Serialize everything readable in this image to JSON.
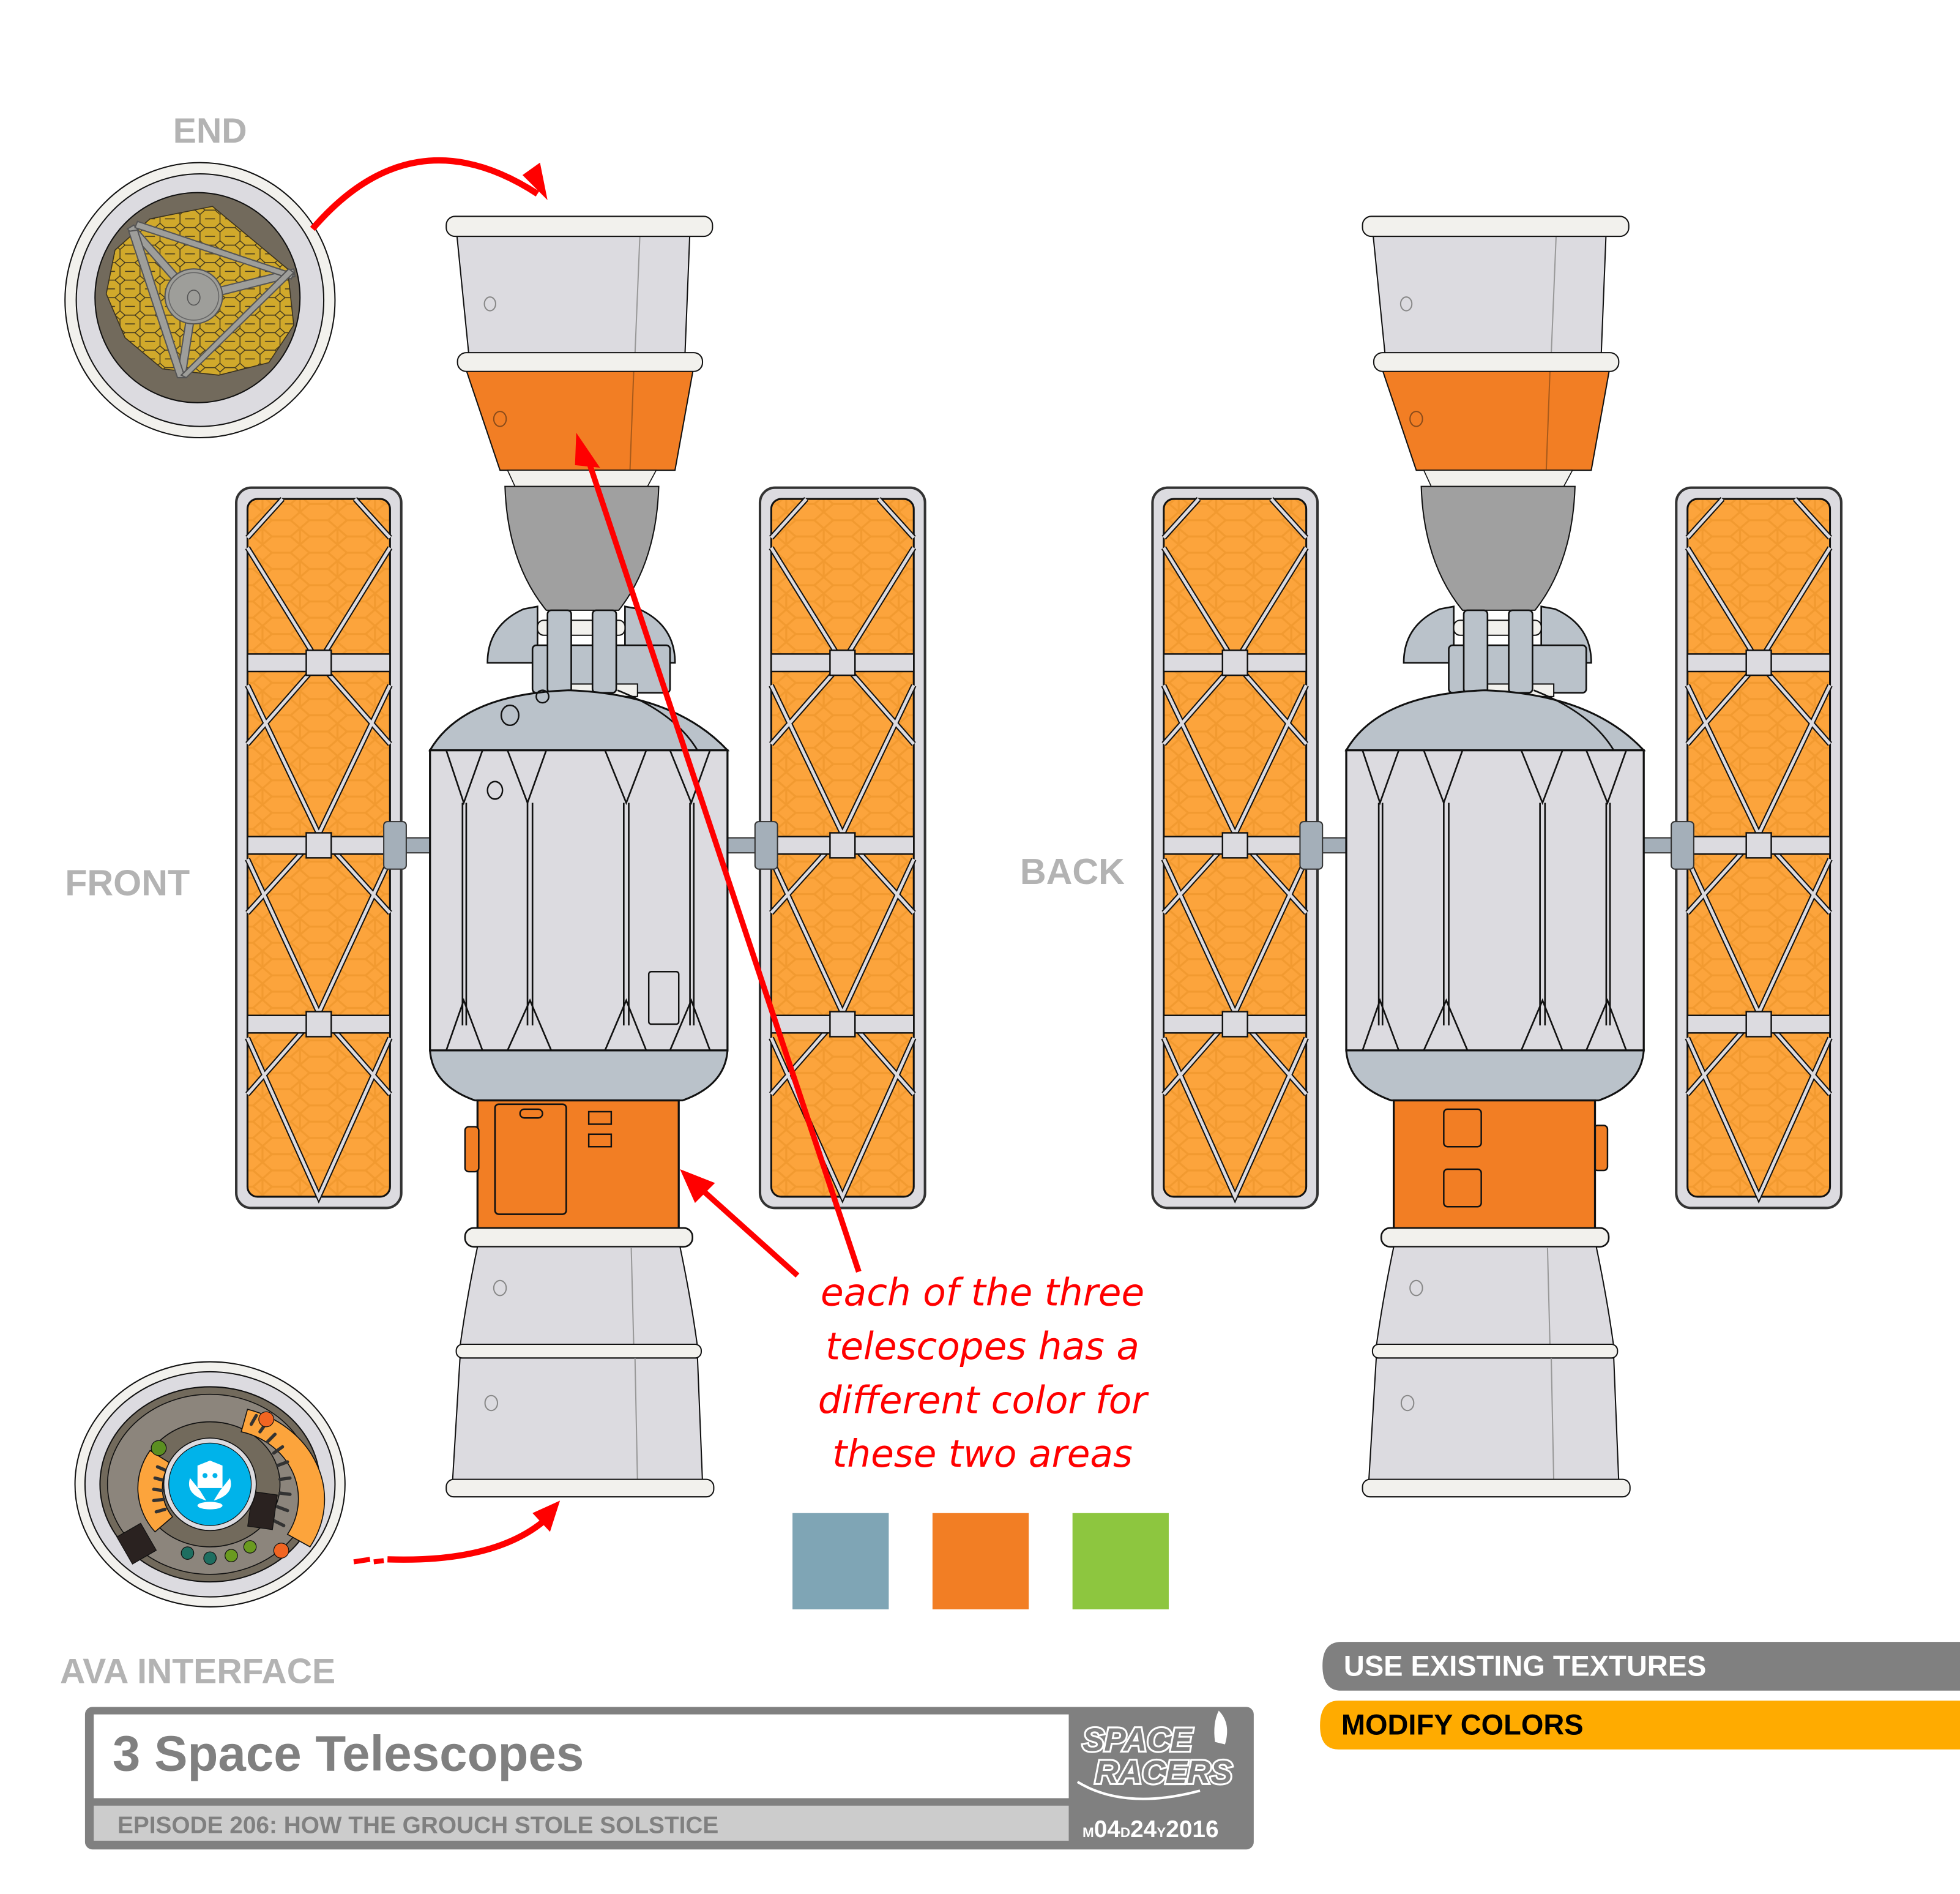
{
  "labels": {
    "end": "END",
    "front": "FRONT",
    "back": "BACK",
    "ava_interface": "AVA INTERFACE"
  },
  "annotation": {
    "lines": [
      "each of the three",
      "telescopes has a",
      "different color for",
      "these two areas"
    ],
    "color": "#ff0000"
  },
  "swatches": [
    {
      "name": "blue",
      "color": "#7fa5b5"
    },
    {
      "name": "orange",
      "color": "#f27e24"
    },
    {
      "name": "green",
      "color": "#8dc63f"
    }
  ],
  "tags": [
    {
      "label": "USE EXISTING TEXTURES",
      "bg": "#808080",
      "fg": "#ffffff"
    },
    {
      "label": "MODIFY COLORS",
      "bg": "#ffab00",
      "fg": "#000000"
    }
  ],
  "title_block": {
    "title": "3 Space Telescopes",
    "episode": "EPISODE 206: HOW THE GROUCH STOLE SOLSTICE",
    "logo_line1": "SPACE",
    "logo_line2": "RACERS",
    "date": {
      "m_prefix": "M",
      "month": "04",
      "d_prefix": "D",
      "day": "24",
      "y_prefix": "Y",
      "year": "2016"
    }
  },
  "colors": {
    "accent_orange": "#f27e24",
    "panel_orange": "#fca43c",
    "hull_light": "#dcdbe0",
    "hull_blue_grey": "#bac2ca",
    "neck_grey": "#a0a0a0",
    "ring_white": "#f2f1ed",
    "mirror_gold": "#d1a92b",
    "mirror_bg": "#726a5c",
    "ava_blue": "#00b3ea"
  }
}
